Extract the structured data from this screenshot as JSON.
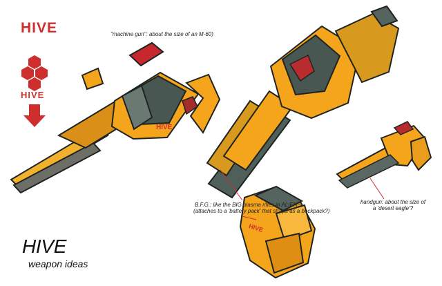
{
  "logo": {
    "top_wordmark": "HIVE",
    "emblem_wordmark": "HIVE"
  },
  "annotations": {
    "machine_gun": "\"machine gun\": about the size of an M-60)",
    "bfg_line1": "B.F.G.: like the BIG plasma rifles in ALIENS.",
    "bfg_line2": "(attaches to a 'battery pack' that straps as a backpack?)",
    "handgun_line1": "handgun: about the size of",
    "handgun_line2": "a 'desert eagle'?"
  },
  "title": {
    "main": "HIVE",
    "subtitle": "weapon ideas"
  },
  "weapon_branding": {
    "machine_gun_mark": "HIVE",
    "battery_pack_mark": "HIVE"
  },
  "colors": {
    "brand_red": "#cf2e2e",
    "weapon_orange": "#f4a51c",
    "weapon_gold": "#e7b22b",
    "armor_dark": "#3a4a44",
    "metal_gray": "#6f7c76",
    "accent_red": "#c7282d"
  }
}
